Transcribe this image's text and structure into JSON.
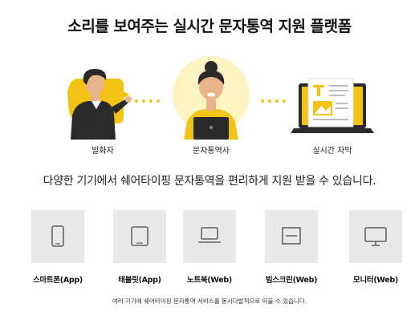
{
  "headline": "소리를 보여주는 실시간 문자통역 지원 플랫폼",
  "flow": {
    "steps": [
      {
        "label": "발화자",
        "icon": "speaker-illustration"
      },
      {
        "label": "문자통역사",
        "icon": "interpreter-illustration"
      },
      {
        "label": "실시간 자막",
        "icon": "live-caption-illustration"
      }
    ]
  },
  "subheadline": "다양한 기기에서 쉐어타이핑 문자통역을 편리하게 지원 받을 수 있습니다.",
  "devices": [
    {
      "label": "스마트폰(App)",
      "icon": "smartphone-icon"
    },
    {
      "label": "태블릿(App)",
      "icon": "tablet-icon"
    },
    {
      "label": "노트북(Web)",
      "icon": "laptop-icon"
    },
    {
      "label": "빔스크린(Web)",
      "icon": "projector-screen-icon"
    },
    {
      "label": "모니터(Web)",
      "icon": "monitor-icon"
    }
  ],
  "footnote": "여러 기기에 쉐어타이핑 문자통역 서비스를 동시다발적으로 띄울 수 있습니다.",
  "colors": {
    "accent": "#f2c314",
    "device_bg": "#e9e9e9",
    "dark": "#2a2a2a"
  }
}
